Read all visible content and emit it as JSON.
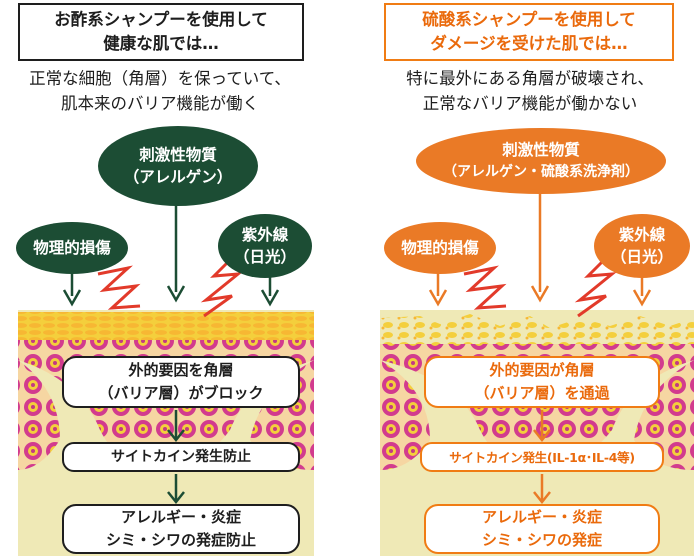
{
  "left": {
    "header": [
      "お酢系シャンプーを使用して",
      "健康な肌では…"
    ],
    "description": [
      "正常な細胞（角層）を保っていて、",
      "肌本来のバリア機能が働く"
    ],
    "irritant": [
      "刺激性物質",
      "（アレルゲン）"
    ],
    "physical": "物理的損傷",
    "uv": [
      "紫外線",
      "（日光）"
    ],
    "step1": [
      "外的要因を角層",
      "（バリア層）がブロック"
    ],
    "step2": "サイトカイン発生防止",
    "step3": [
      "アレルギー・炎症",
      "シミ・シワの発症防止"
    ]
  },
  "right": {
    "header": [
      "硫酸系シャンプーを使用して",
      "ダメージを受けた肌では…"
    ],
    "description": [
      "特に最外にある角層が破壊され、",
      "正常なバリア機能が働かない"
    ],
    "irritant": [
      "刺激性物質",
      "（アレルゲン・硫酸系洗浄剤）"
    ],
    "physical": "物理的損傷",
    "uv": [
      "紫外線",
      "（日光）"
    ],
    "step1": [
      "外的要因が角層",
      "（バリア層）を通過"
    ],
    "step2": "サイトカイン発生(IL-1α･IL-4等)",
    "step3": [
      "アレルギー・炎症",
      "シミ・シワの発症"
    ]
  },
  "colors": {
    "left_accent": "#1c4d34",
    "right_accent": "#ea7a26",
    "right_text": "#ea6a0c",
    "lightning": "#e23a2a",
    "skin_yellow": "#f4cf3c",
    "skin_pink": "#d23b8e",
    "skin_base": "#efe9b6"
  }
}
